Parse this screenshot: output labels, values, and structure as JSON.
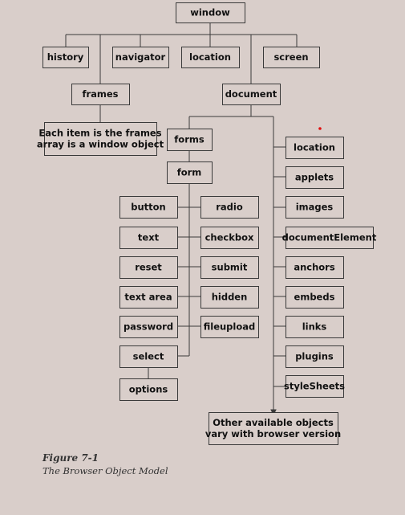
{
  "nodes": {
    "window": "window",
    "history": "history",
    "navigator": "navigator",
    "location_top": "location",
    "screen": "screen",
    "frames": "frames",
    "document": "document",
    "frames_note": [
      "Each item is the frames",
      "array is a window object"
    ],
    "forms": "forms",
    "form": "form",
    "button": "button",
    "radio": "radio",
    "text": "text",
    "checkbox": "checkbox",
    "reset": "reset",
    "submit": "submit",
    "textarea": "text area",
    "hidden": "hidden",
    "password": "password",
    "fileupload": "fileupload",
    "select": "select",
    "options": "options",
    "location_doc": "location",
    "applets": "applets",
    "images": "images",
    "documentElement": "documentElement",
    "anchors": "anchors",
    "embeds": "embeds",
    "links": "links",
    "plugins": "plugins",
    "styleSheets": "styleSheets",
    "other_note": [
      "Other available objects",
      "vary with browser version"
    ]
  },
  "caption": {
    "title": "Figure 7-1",
    "subtitle": "The Browser Object Model"
  },
  "colors": {
    "background": "#d9ceca",
    "line": "#3a3a3a",
    "marker": "#e01010"
  }
}
